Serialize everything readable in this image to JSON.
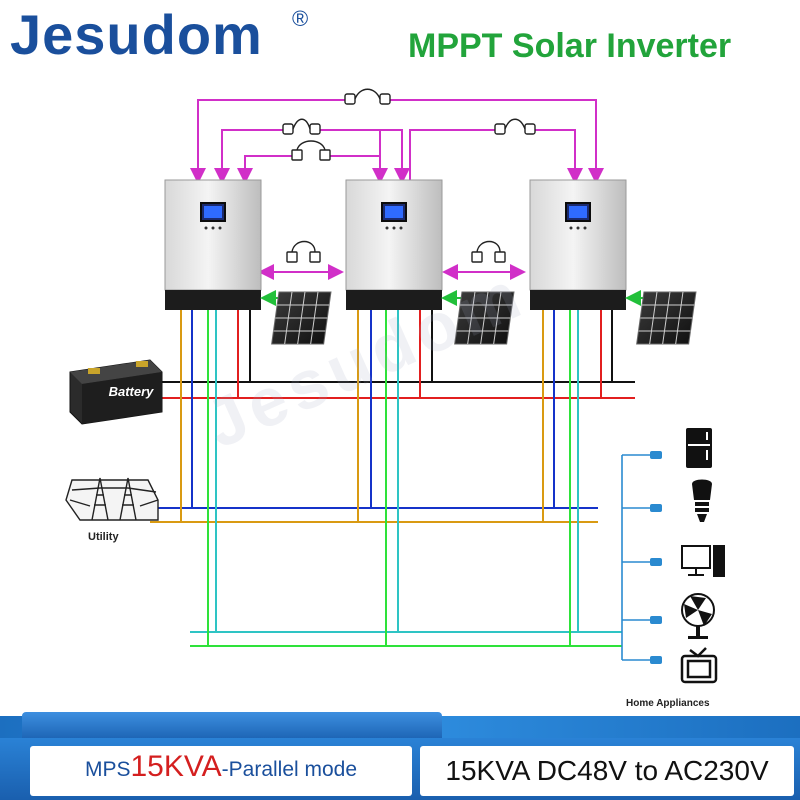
{
  "header": {
    "brand": "Jesudom",
    "registered_mark": "®",
    "title": "MPPT Solar Inverter"
  },
  "watermark": "Jesudom",
  "components": {
    "battery_label": "Battery",
    "utility_label": "Utility",
    "home_appliances_label": "Home Appliances",
    "appliances": [
      "refrigerator-icon",
      "light-bulb-icon",
      "computer-icon",
      "fan-icon",
      "tv-icon"
    ]
  },
  "footer": {
    "model_prefix": "MPS",
    "model_power": "15KVA",
    "model_mode": "-Parallel mode",
    "spec": "15KVA DC48V to AC230V"
  },
  "colors": {
    "brand": "#1a4f9c",
    "title": "#22a43b",
    "parallel_cable": "#d12fc8",
    "pv_arrow": "#22c03a",
    "wire_black": "#111111",
    "wire_red": "#e21f1f",
    "wire_blue": "#1533c9",
    "wire_orange": "#d99a12",
    "wire_green": "#2ee23a",
    "wire_cyan": "#2ec4c4",
    "appliance_bus": "#2a8ad0",
    "footer": "#1f6fc2"
  }
}
